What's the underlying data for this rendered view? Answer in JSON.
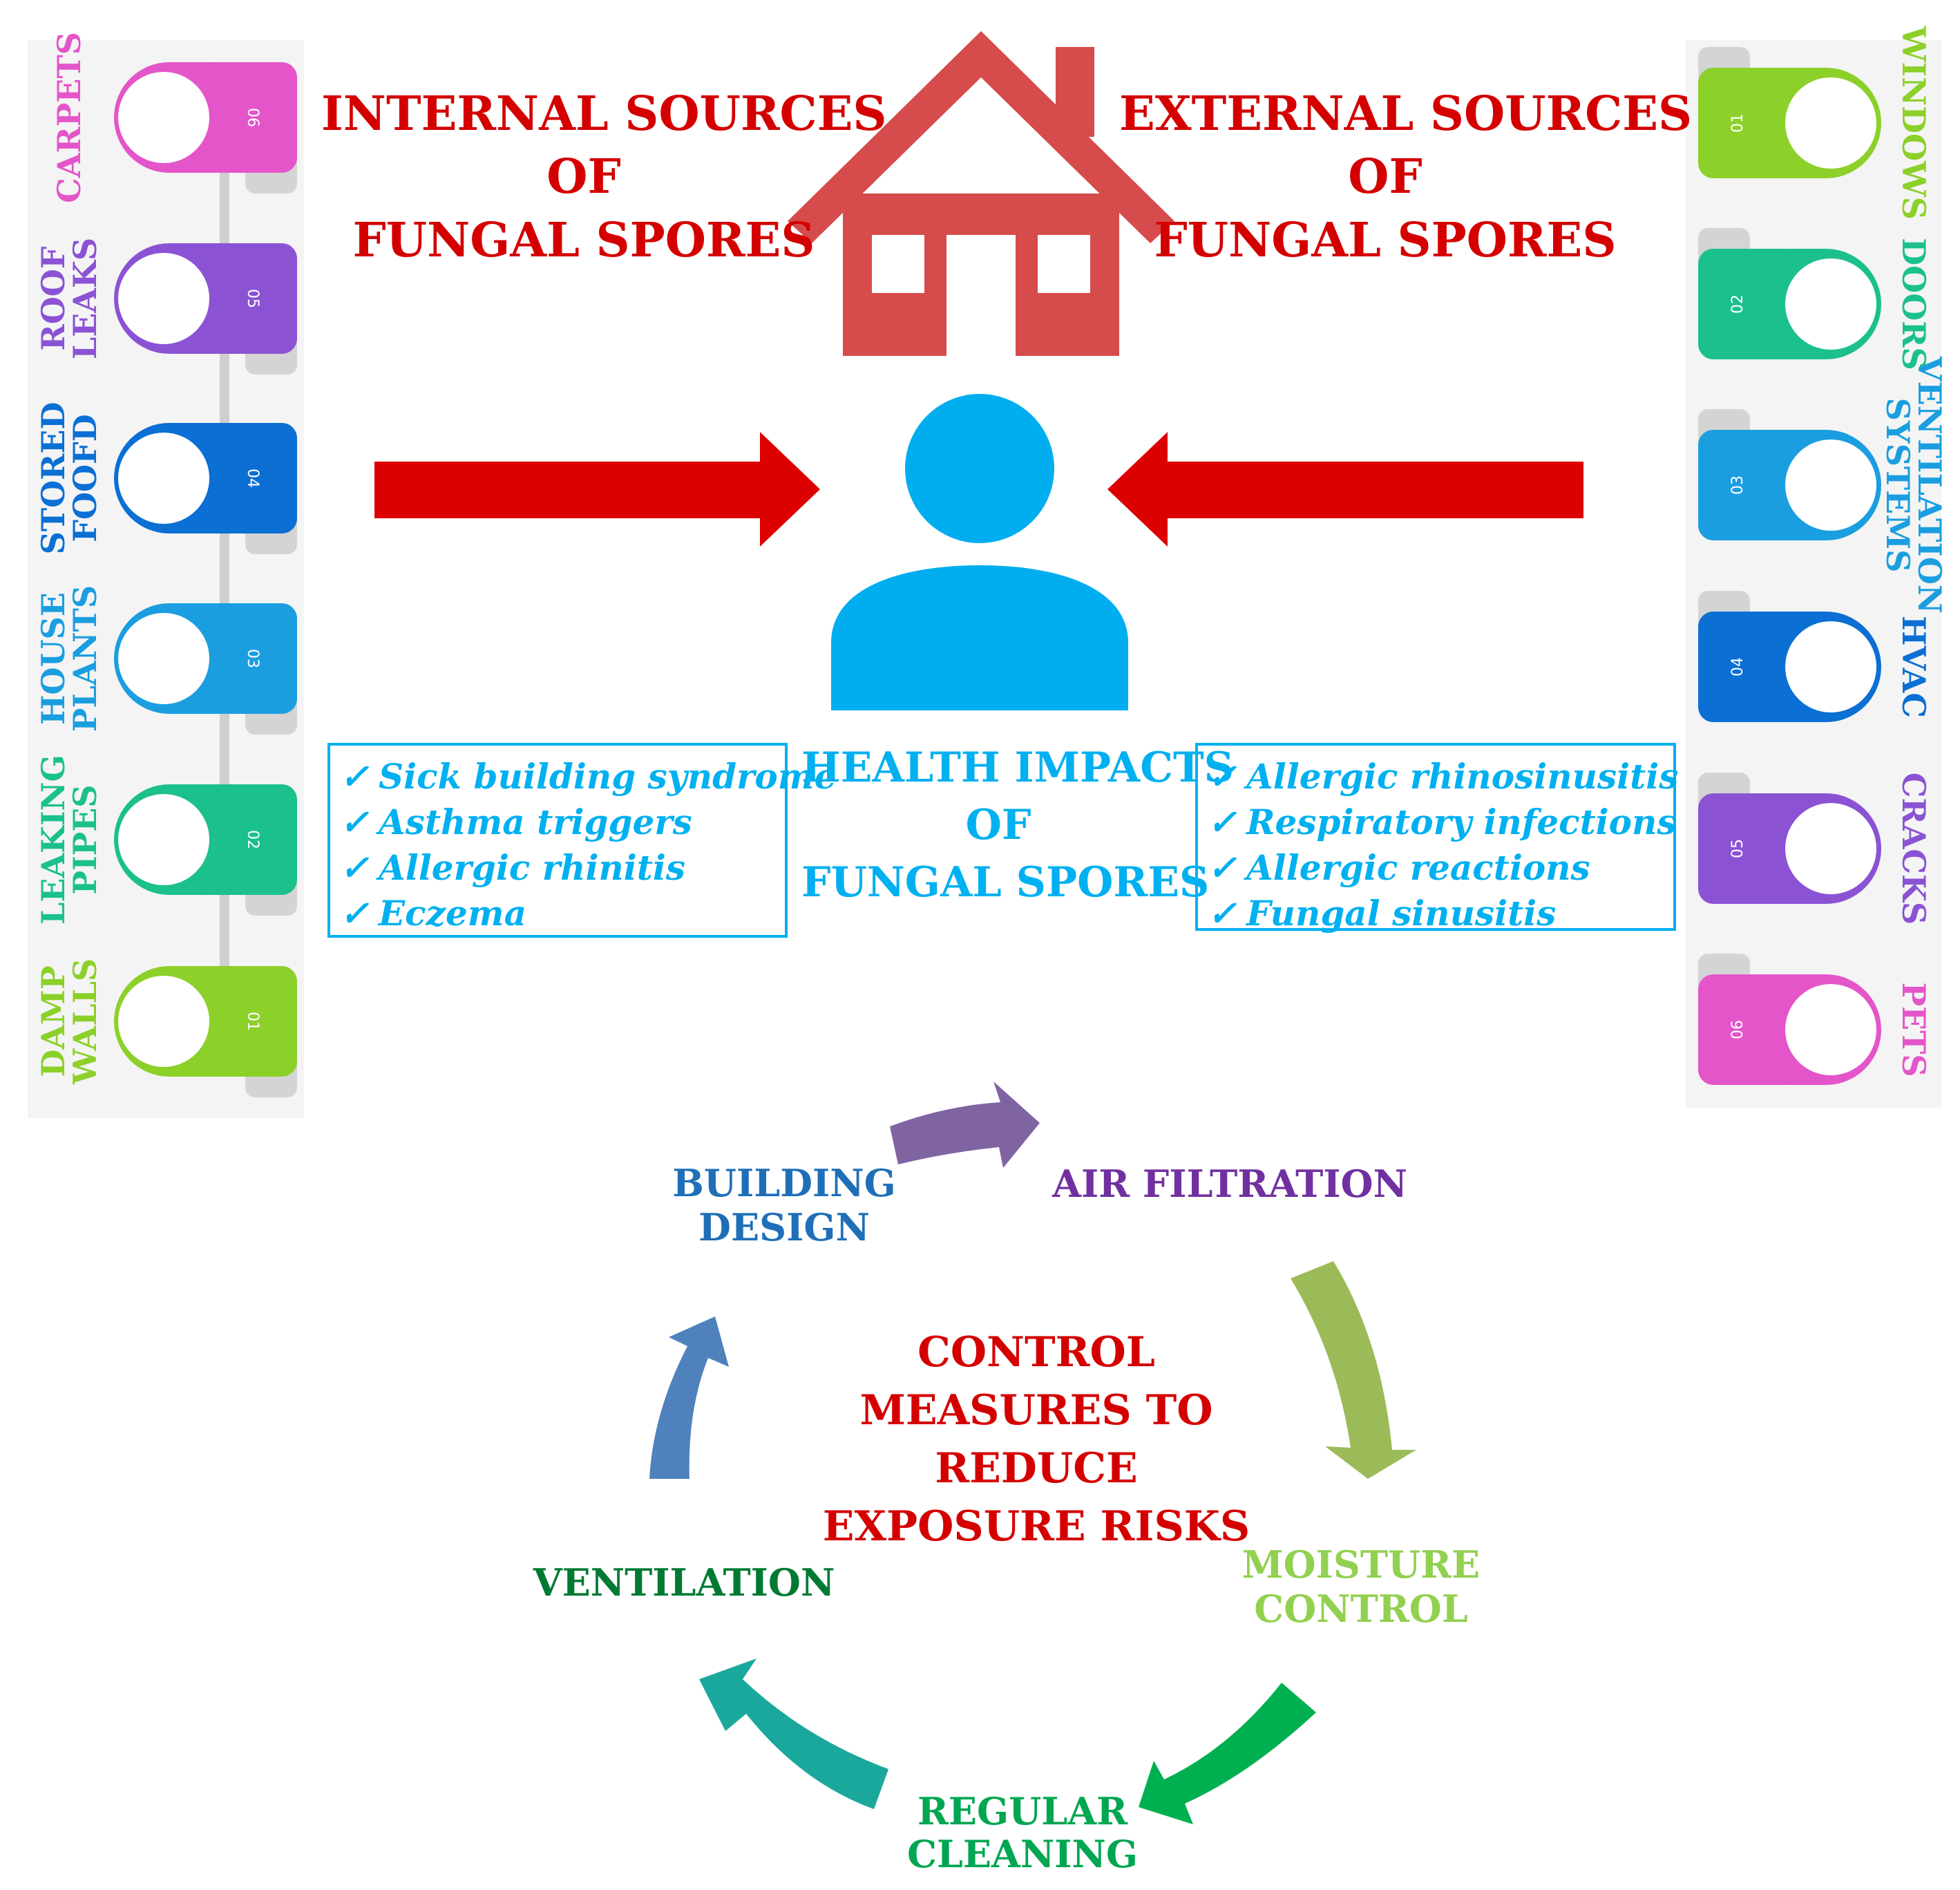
{
  "internal_title": [
    "INTERNAL SOURCES",
    "OF",
    "FUNGAL SPORES"
  ],
  "external_title": [
    "EXTERNAL SOURCES",
    "OF",
    "FUNGAL SPORES"
  ],
  "health_title": [
    "HEALTH IMPACTS",
    "OF",
    "FUNGAL SPORES"
  ],
  "control_title": [
    "CONTROL",
    "MEASURES TO",
    "REDUCE",
    "EXPOSURE RISKS"
  ],
  "internal_sources": [
    {
      "num": "06",
      "label": [
        "CARPETS"
      ],
      "color": "#e455c9"
    },
    {
      "num": "05",
      "label": [
        "ROOF",
        "LEAKS"
      ],
      "color": "#8b53d4"
    },
    {
      "num": "04",
      "label": [
        "STORED",
        "FOOFD"
      ],
      "color": "#0b6fd4"
    },
    {
      "num": "03",
      "label": [
        "HOUSE",
        "PLANTS"
      ],
      "color": "#1b9ee0"
    },
    {
      "num": "02",
      "label": [
        "LEAKING",
        "PIPES"
      ],
      "color": "#1bc08c"
    },
    {
      "num": "01",
      "label": [
        "DAMP",
        "WALLS"
      ],
      "color": "#8cd02a"
    }
  ],
  "external_sources": [
    {
      "num": "01",
      "label": [
        "WINDOWS"
      ],
      "color": "#8cd02a"
    },
    {
      "num": "02",
      "label": [
        "DOORS"
      ],
      "color": "#1bc08c"
    },
    {
      "num": "03",
      "label": [
        "VENTILATION",
        "SYSTEMS"
      ],
      "color": "#1b9ee0"
    },
    {
      "num": "04",
      "label": [
        "HVAC"
      ],
      "color": "#0b6fd4"
    },
    {
      "num": "05",
      "label": [
        "CRACKS"
      ],
      "color": "#8b53d4"
    },
    {
      "num": "06",
      "label": [
        "PETS"
      ],
      "color": "#e455c9"
    }
  ],
  "health_left": [
    "Sick building syndrome",
    "Asthma triggers",
    "Allergic rhinitis",
    "Eczema"
  ],
  "health_right": [
    "Allergic rhinosinusitis",
    "Respiratory infections",
    "Allergic reactions",
    "Fungal sinusitis"
  ],
  "check_glyph": "✓",
  "cycle": {
    "building_design": [
      "BUILDING",
      "DESIGN"
    ],
    "air_filtration": [
      "AIR FILTRATION"
    ],
    "moisture_control": [
      "MOISTURE",
      "CONTROL"
    ],
    "regular_cleaning": [
      "REGULAR",
      "CLEANING"
    ],
    "ventilation": [
      "VENTILATION"
    ]
  },
  "colors": {
    "title_red": "#d40000",
    "house": "#d64b4b",
    "person": "#00aeef",
    "arrow_red": "#dd0000",
    "health_blue": "#00b0f0",
    "building_design": "#1f6fb8",
    "air_filtration": "#7030a0",
    "moisture_control": "#92d050",
    "regular_cleaning": "#00a651",
    "ventilation": "#007a33",
    "cycle_arrow_1": "#8064a2",
    "cycle_arrow_2": "#9bbb59",
    "cycle_arrow_3": "#00b050",
    "cycle_arrow_4": "#1aa89c",
    "cycle_arrow_5": "#4f81bd"
  }
}
